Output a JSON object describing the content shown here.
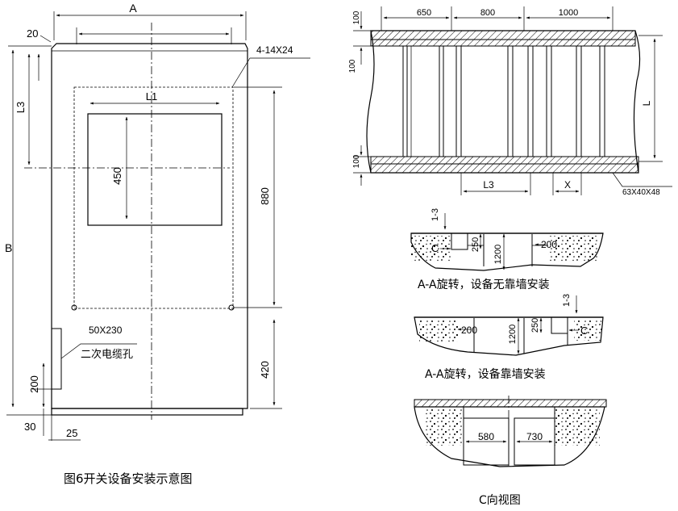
{
  "front_view": {
    "label_A": "A",
    "label_20": "20",
    "label_holes": "4-14X24",
    "label_L3": "L3",
    "label_L1": "L1",
    "label_450": "450",
    "label_880": "880",
    "label_B": "B",
    "label_50x230": "50X230",
    "label_cable_hole": "二次电缆孔",
    "label_200": "200",
    "label_420": "420",
    "label_30": "30",
    "label_25": "25"
  },
  "caption_fig6": "图6开关设备安装示意图",
  "plan_view": {
    "label_650": "650",
    "label_800": "800",
    "label_1000": "1000",
    "label_100_top": "100",
    "label_100_mid": "100",
    "label_100_bottom": "100",
    "label_L3": "L3",
    "label_X": "X",
    "label_L": "L",
    "label_channel": "63X40X48"
  },
  "section_no_wall": {
    "label_1_3": "1-3",
    "label_C": "C",
    "label_250": "250",
    "label_1200": "1200",
    "label_200": "200",
    "caption": "A-A旋转，设备无靠墙安装"
  },
  "section_wall": {
    "label_1_3": "1-3",
    "label_C": "C",
    "label_250": "250",
    "label_1200": "1200",
    "label_200": "200",
    "caption": "A-A旋转，设备靠墙安装"
  },
  "section_c": {
    "label_580": "580",
    "label_730": "730",
    "caption": "C向视图"
  }
}
